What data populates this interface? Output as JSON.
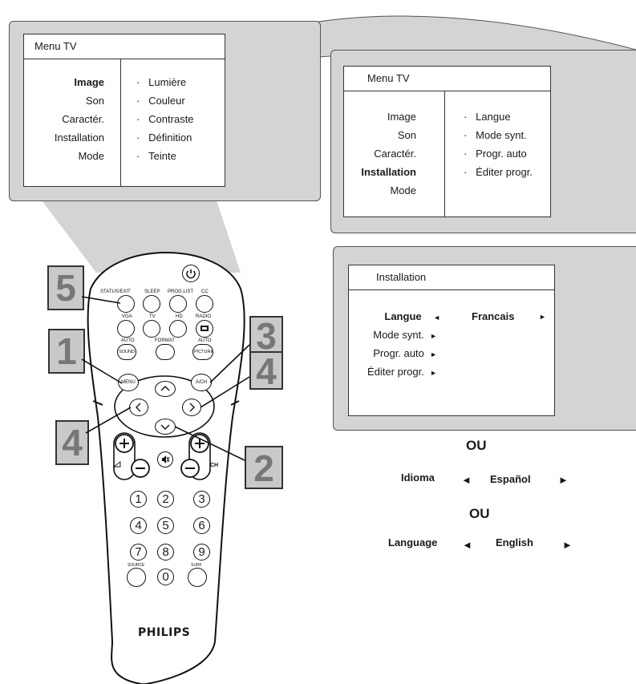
{
  "menu1": {
    "title": "Menu TV",
    "left": [
      "Image",
      "Son",
      "Caractér.",
      "Installation",
      "Mode"
    ],
    "right": [
      "Lumière",
      "Couleur",
      "Contraste",
      "Définition",
      "Teinte"
    ]
  },
  "menu2": {
    "title": "Menu TV",
    "left": [
      "Image",
      "Son",
      "Caractér.",
      "Installation",
      "Mode"
    ],
    "right": [
      "Langue",
      "Mode synt.",
      "Progr. auto",
      "Éditer progr."
    ]
  },
  "menu3": {
    "title": "Installation",
    "items": [
      "Langue",
      "Mode synt.",
      "Progr. auto",
      "Éditer progr."
    ],
    "value": "Francais"
  },
  "alternatives": {
    "ou1": "OU",
    "spanish_label": "Idioma",
    "spanish_value": "Español",
    "ou2": "OU",
    "english_label": "Language",
    "english_value": "English"
  },
  "steps": [
    "5",
    "1",
    "3",
    "4",
    "4",
    "2"
  ],
  "remote": {
    "brand": "PHILIPS",
    "button_labels": {
      "status_exit": "STATUS/EXIT",
      "sleep": "SLEEP",
      "prog_list": "PROG.LIST",
      "cc": "CC",
      "vga": "VGA",
      "tv": "TV",
      "hd": "HD",
      "radio": "RADIO",
      "auto_sound_top": "AUTO",
      "format": "FORMAT",
      "auto_picture_top": "AUTO",
      "sound": "SOUND",
      "picture": "PICTURE",
      "menu": "MENU",
      "ach": "A/CH",
      "ch": "CH",
      "source": "SOURCE",
      "surf": "SURF"
    },
    "digits": [
      "1",
      "2",
      "3",
      "4",
      "5",
      "6",
      "7",
      "8",
      "9",
      "0"
    ],
    "icons": [
      "power-icon",
      "mute-icon",
      "volume-icon",
      "teletext-icon"
    ]
  }
}
